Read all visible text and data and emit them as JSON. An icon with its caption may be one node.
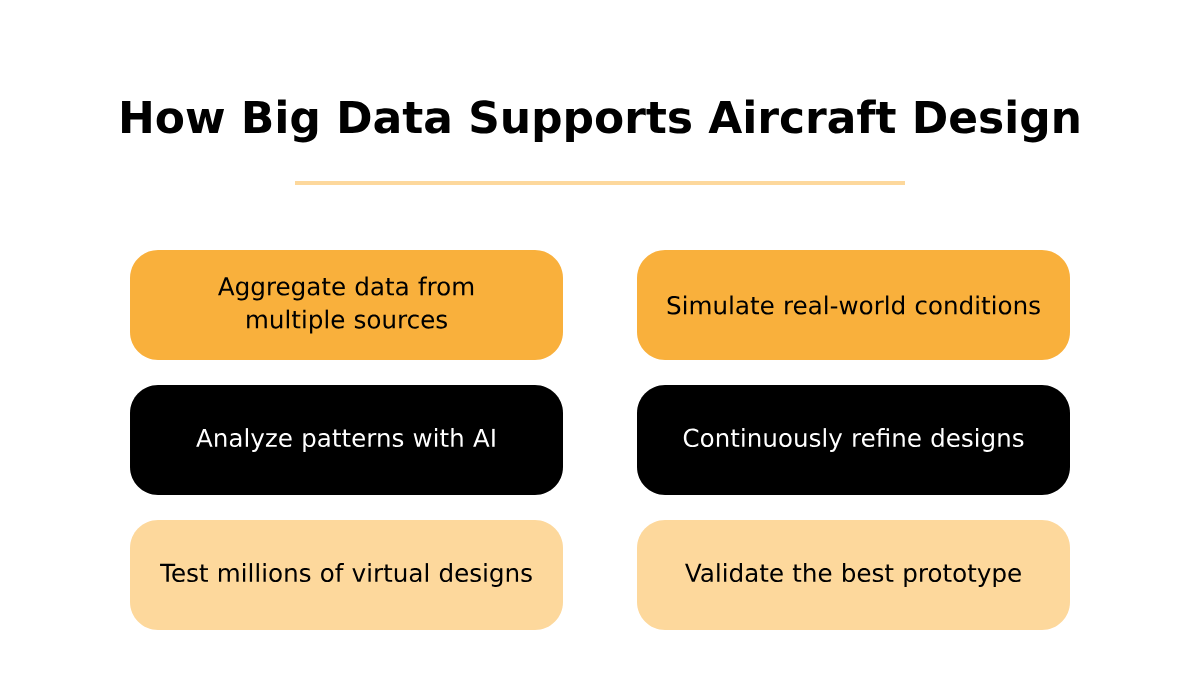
{
  "diagram": {
    "title": "How Big Data Supports Aircraft Design",
    "nodes": [
      {
        "text": [
          "Aggregate data from multiple sources"
        ]
      },
      {
        "text": [
          "Simulate real-world conditions"
        ]
      },
      {
        "text": [
          "Analyze patterns with AI"
        ]
      },
      {
        "text": [
          "Continuously refine designs"
        ]
      },
      {
        "text": [
          "Test millions of virtual designs"
        ]
      },
      {
        "text": [
          "Validate the best prototype"
        ]
      }
    ]
  }
}
